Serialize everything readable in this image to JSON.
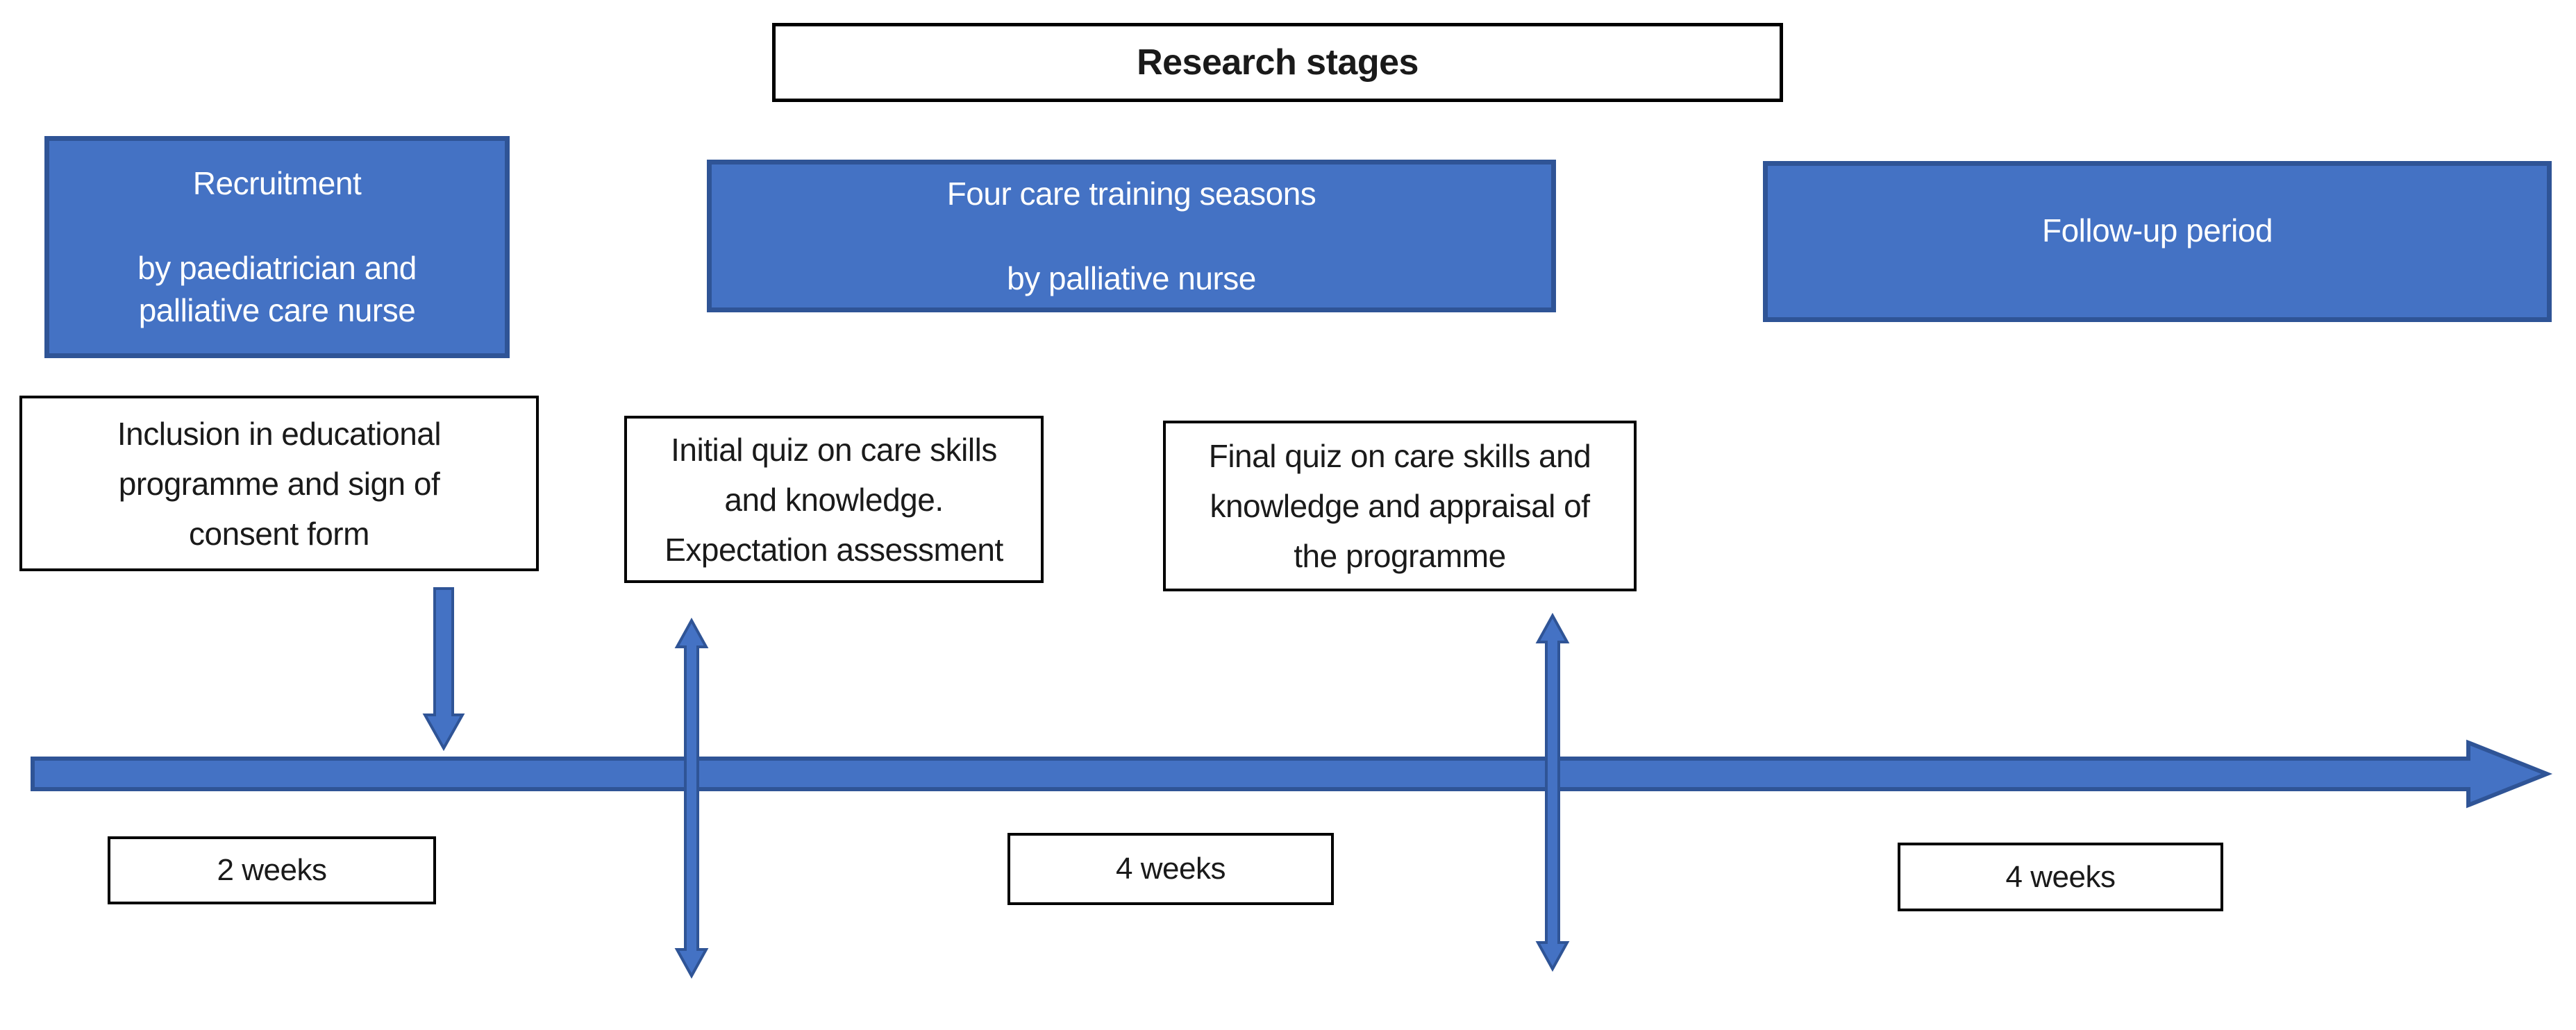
{
  "title_box": {
    "text": "Research stages"
  },
  "stage_boxes": {
    "recruitment": {
      "line1": "Recruitment",
      "line2": "by paediatrician and",
      "line3": "palliative care nurse"
    },
    "training": {
      "line1": "Four care training seasons",
      "line2": "by palliative nurse"
    },
    "follow_up": {
      "line1": "Follow-up period"
    }
  },
  "activity_boxes": {
    "inclusion": {
      "line1": "Inclusion in educational",
      "line2": "programme and sign of",
      "line3": "consent form"
    },
    "initial_quiz": {
      "line1": "Initial quiz on care skills",
      "line2": "and knowledge.",
      "line3": "Expectation assessment"
    },
    "final_quiz": {
      "line1": "Final quiz on care skills and",
      "line2": "knowledge and appraisal of",
      "line3": "the programme"
    }
  },
  "duration_labels": {
    "recruitment": "2 weeks",
    "training": "4 weeks",
    "follow_up": "4 weeks"
  },
  "colors": {
    "stage_fill": "#4472C4",
    "stage_border": "#2F5496",
    "arrow_fill": "#4472C4",
    "arrow_border": "#2F5496",
    "box_border": "#000000",
    "background": "#FFFFFF",
    "stage_text": "#FFFFFF",
    "box_text": "#1A1A1A"
  }
}
